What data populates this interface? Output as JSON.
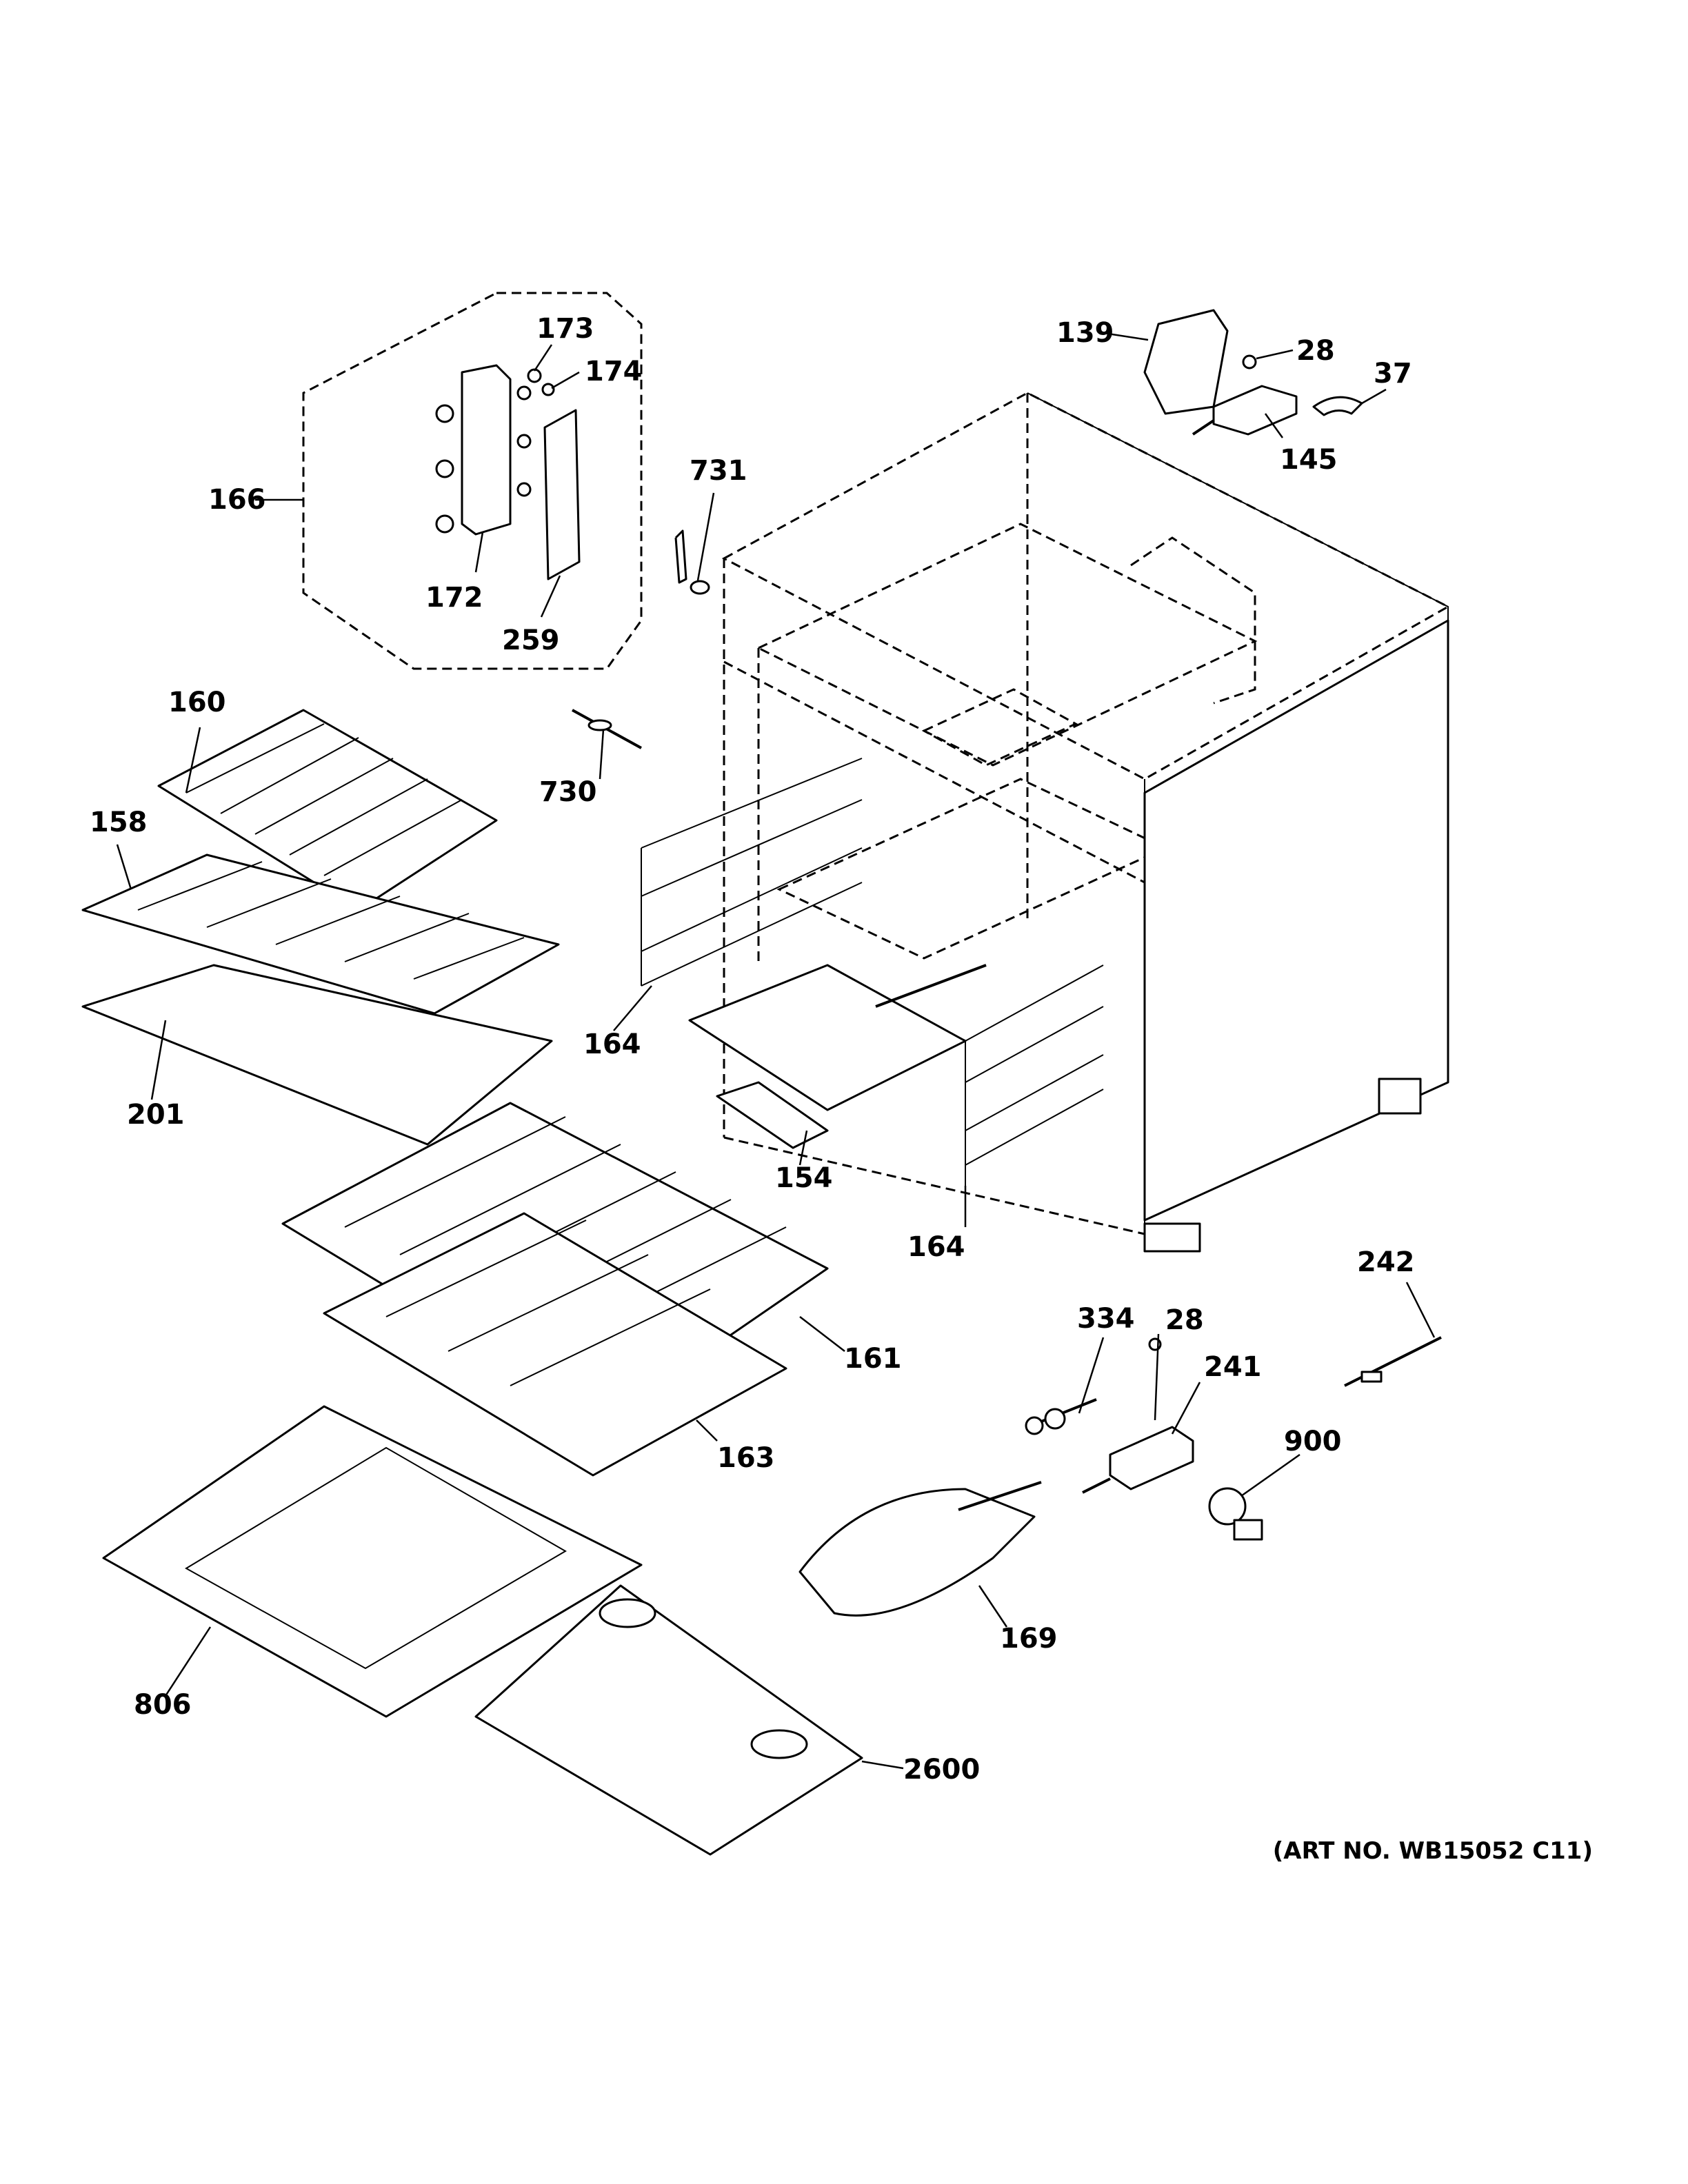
{
  "art_number": "(ART NO. WB15052 C11)",
  "callouts": [
    {
      "id": "c173",
      "text": "173"
    },
    {
      "id": "c174",
      "text": "174"
    },
    {
      "id": "c166",
      "text": "166"
    },
    {
      "id": "c172",
      "text": "172"
    },
    {
      "id": "c259",
      "text": "259"
    },
    {
      "id": "c731",
      "text": "731"
    },
    {
      "id": "c139",
      "text": "139"
    },
    {
      "id": "c28a",
      "text": "28"
    },
    {
      "id": "c37",
      "text": "37"
    },
    {
      "id": "c145",
      "text": "145"
    },
    {
      "id": "c160",
      "text": "160"
    },
    {
      "id": "c158",
      "text": "158"
    },
    {
      "id": "c730",
      "text": "730"
    },
    {
      "id": "c164a",
      "text": "164"
    },
    {
      "id": "c201",
      "text": "201"
    },
    {
      "id": "c154",
      "text": "154"
    },
    {
      "id": "c164b",
      "text": "164"
    },
    {
      "id": "c242",
      "text": "242"
    },
    {
      "id": "c334",
      "text": "334"
    },
    {
      "id": "c28b",
      "text": "28"
    },
    {
      "id": "c241",
      "text": "241"
    },
    {
      "id": "c161",
      "text": "161"
    },
    {
      "id": "c900",
      "text": "900"
    },
    {
      "id": "c163",
      "text": "163"
    },
    {
      "id": "c169",
      "text": "169"
    },
    {
      "id": "c806",
      "text": "806"
    },
    {
      "id": "c2600",
      "text": "2600"
    }
  ]
}
